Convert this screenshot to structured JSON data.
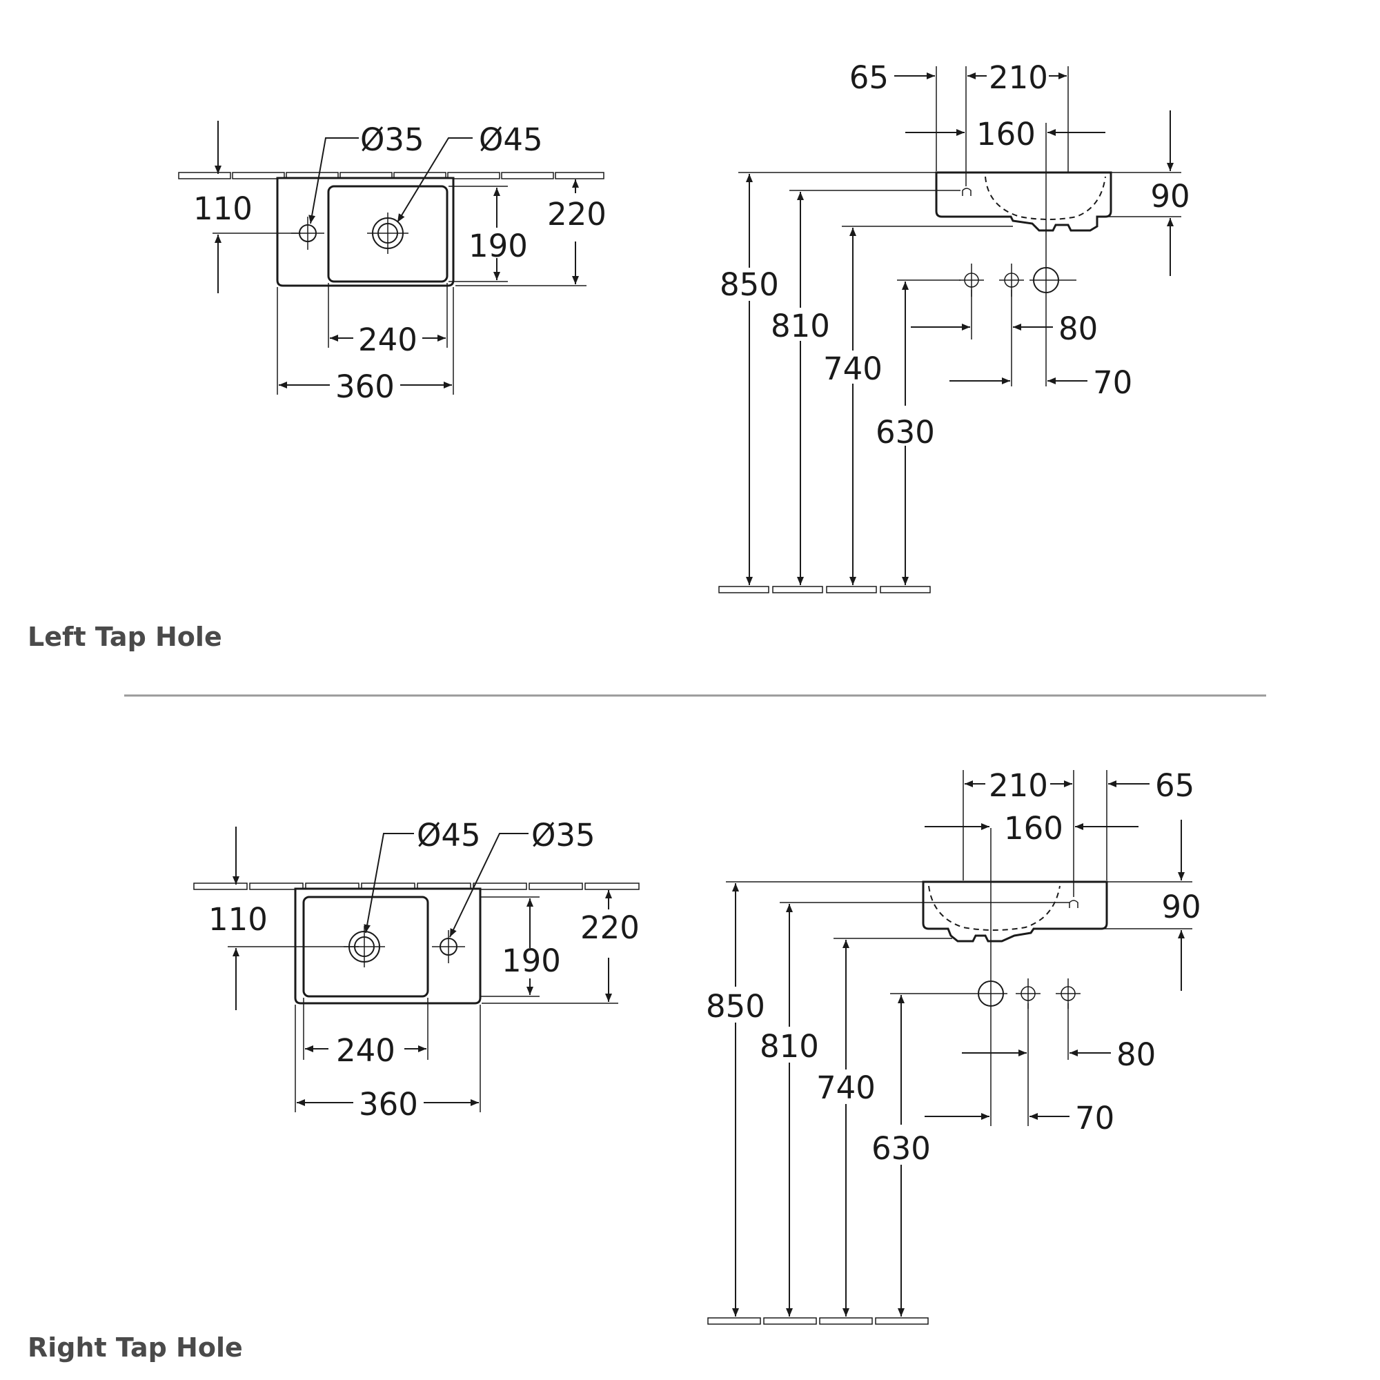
{
  "sections": [
    {
      "caption": "Left Tap Hole",
      "plan": {
        "tap_hole": "Ø35",
        "waste_hole": "Ø45",
        "tap_offset": "110",
        "bowl_depth": "190",
        "total_depth": "220",
        "bowl_width": "240",
        "total_width": "360"
      },
      "side": {
        "edge_gap": "65",
        "bowl_span": "210",
        "outlet_span": "160",
        "basin_height": "90",
        "rim_height": "850",
        "inner_height": "810",
        "waste_height": "740",
        "trap_height": "630",
        "pipe_spacing_a": "80",
        "pipe_spacing_b": "70"
      }
    },
    {
      "caption": "Right Tap Hole",
      "plan": {
        "tap_hole": "Ø35",
        "waste_hole": "Ø45",
        "tap_offset": "110",
        "bowl_depth": "190",
        "total_depth": "220",
        "bowl_width": "240",
        "total_width": "360"
      },
      "side": {
        "edge_gap": "65",
        "bowl_span": "210",
        "outlet_span": "160",
        "basin_height": "90",
        "rim_height": "850",
        "inner_height": "810",
        "waste_height": "740",
        "trap_height": "630",
        "pipe_spacing_a": "80",
        "pipe_spacing_b": "70"
      }
    }
  ]
}
